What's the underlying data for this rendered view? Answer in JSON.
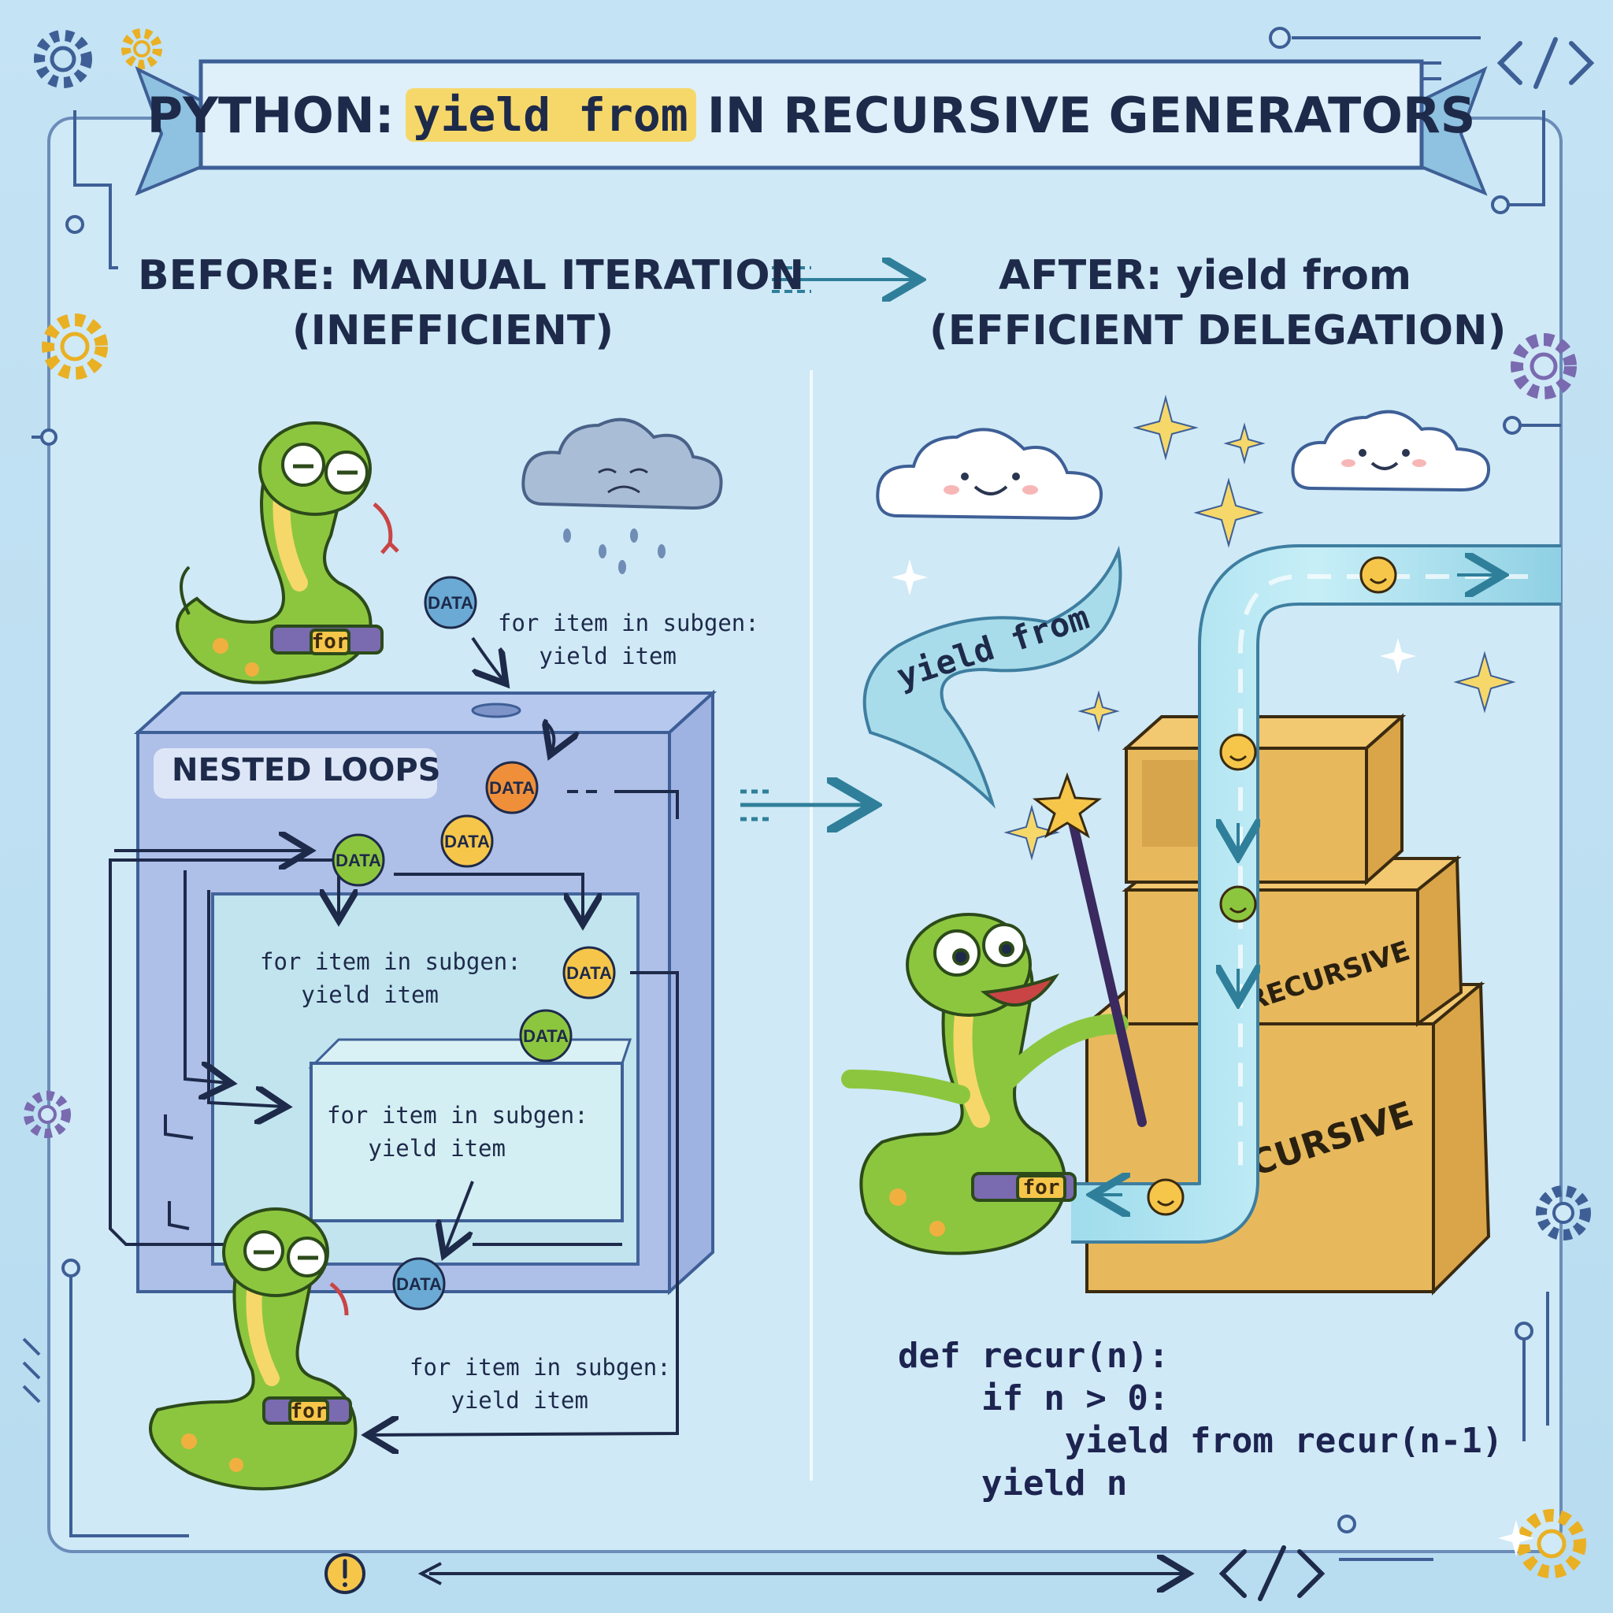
{
  "title": {
    "prefix": "PYTHON:",
    "highlight": "yield from",
    "suffix": "IN RECURSIVE GENERATORS"
  },
  "before": {
    "heading": "BEFORE: MANUAL ITERATION",
    "subheading": "(INEFFICIENT)",
    "box_label": "NESTED LOOPS",
    "code_top": "for item in subgen:\n   yield item",
    "code_mid": "for item in subgen:\n   yield item",
    "code_inner": "for item in subgen:\n   yield item",
    "code_bottom": "for item in subgen:\n   yield item",
    "data_token": "DATA",
    "belt_label": "for"
  },
  "after": {
    "heading": "AFTER: yield from",
    "subheading": "(EFFICIENT DELEGATION)",
    "ribbon_text": "yield from",
    "box_label_1": "RECURSIVE",
    "box_label_2": "RECURSIVE",
    "belt_label": "for",
    "code": "def recur(n):\n    if n > 0:\n        yield from recur(n-1)\n    yield n"
  },
  "colors": {
    "background": "#bfe0f2",
    "highlight": "#f6d86a",
    "ink": "#1e2a4a",
    "snake_green": "#8cc63f",
    "box_tan": "#e7b95c"
  },
  "icons": [
    "gear-icon",
    "code-brackets-icon",
    "warning-icon",
    "sad-cloud-icon",
    "happy-cloud-icon",
    "sparkle-icon",
    "magic-wand-icon"
  ]
}
